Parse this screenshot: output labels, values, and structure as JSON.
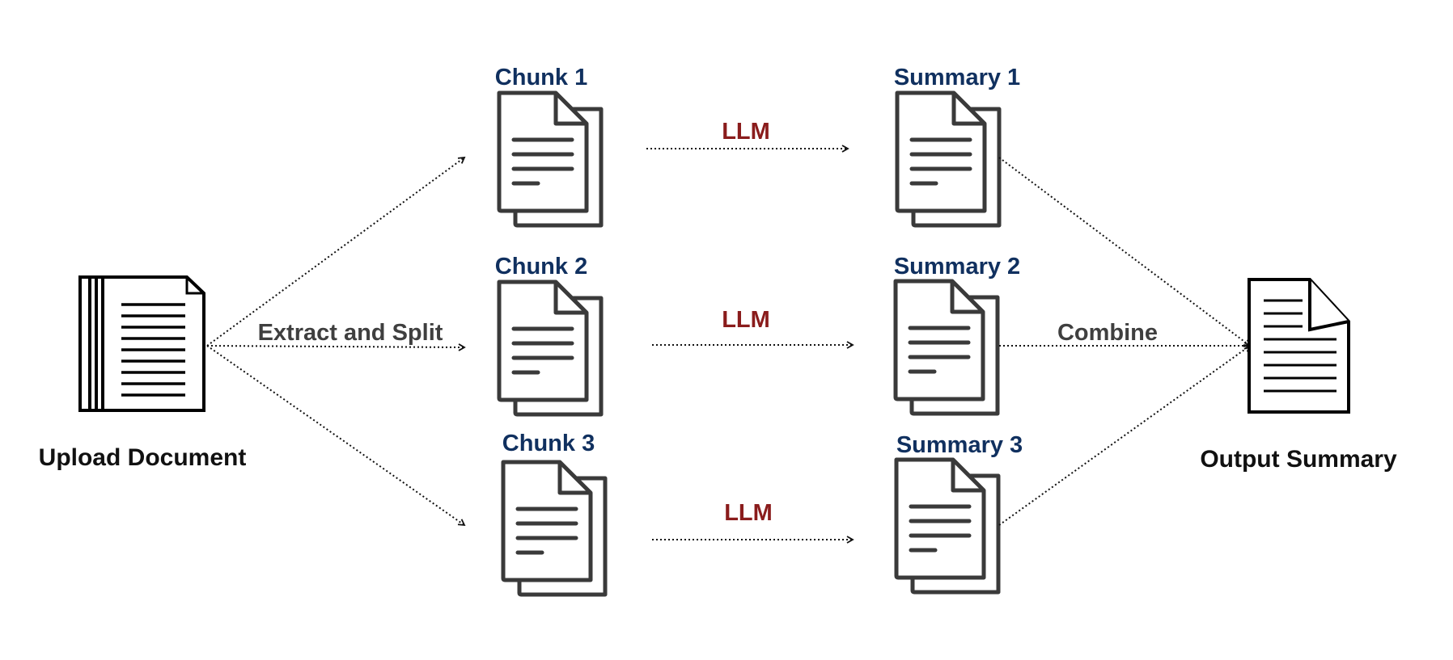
{
  "input": {
    "label": "Upload Document"
  },
  "steps": {
    "extract_label": "Extract and Split",
    "llm_labels": [
      "LLM",
      "LLM",
      "LLM"
    ],
    "combine_label": "Combine"
  },
  "chunks": [
    {
      "label": "Chunk 1"
    },
    {
      "label": "Chunk 2"
    },
    {
      "label": "Chunk 3"
    }
  ],
  "summaries": [
    {
      "label": "Summary 1"
    },
    {
      "label": "Summary 2"
    },
    {
      "label": "Summary 3"
    }
  ],
  "output": {
    "label": "Output Summary"
  },
  "colors": {
    "chunk_label": "#10305f",
    "llm_label": "#8a1c1c",
    "step_label": "#3f3f3f",
    "icon_stroke": "#3a3a3a"
  }
}
